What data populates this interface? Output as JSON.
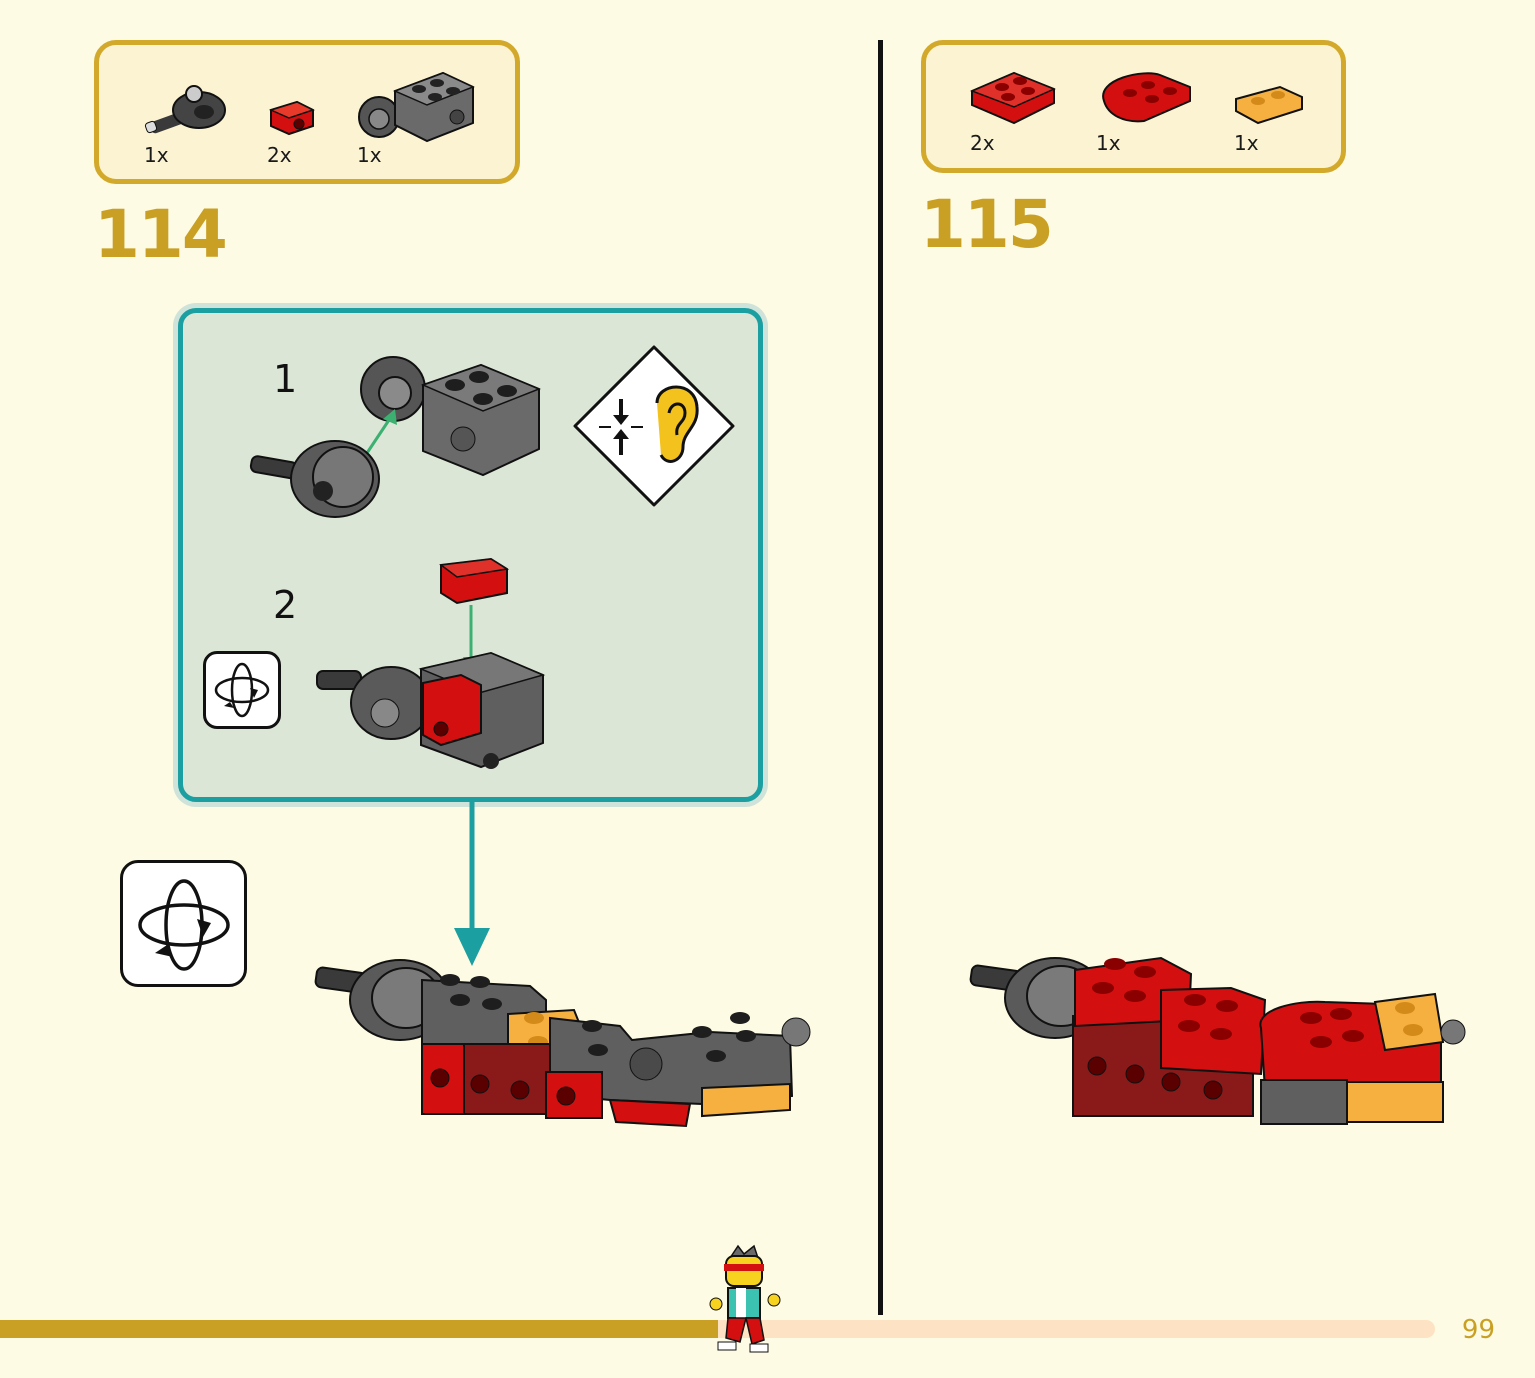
{
  "colors": {
    "background": "#fdfbe3",
    "accent_gold": "#c9a024",
    "parts_box_border": "#d2a92a",
    "substep_border": "#1c9fa0",
    "substep_fill": "#dbe6d6",
    "brick_red": "#d40f0f",
    "brick_dark_grey": "#5f5f5f",
    "brick_orange": "#f5b040",
    "connector_arrow": "#3cb071"
  },
  "step_114": {
    "number": "114",
    "parts": [
      {
        "qty": "1x",
        "icon": "ball-joint-axle-part"
      },
      {
        "qty": "2x",
        "icon": "red-clip-part"
      },
      {
        "qty": "1x",
        "icon": "grey-ball-socket-brick-part"
      }
    ],
    "substeps": [
      {
        "number": "1",
        "icon": "click-sound-ear-icon"
      },
      {
        "number": "2",
        "icon": "rotate-model-icon"
      }
    ],
    "callout_icon": "rotate-model-icon"
  },
  "step_115": {
    "number": "115",
    "parts": [
      {
        "qty": "2x",
        "icon": "red-2x2-plate-part"
      },
      {
        "qty": "1x",
        "icon": "red-round-plate-part"
      },
      {
        "qty": "1x",
        "icon": "orange-1x2-plate-part"
      }
    ]
  },
  "progress": {
    "fraction": 0.5,
    "marker_icon": "minifigure-runner-icon"
  },
  "page_number": "99"
}
